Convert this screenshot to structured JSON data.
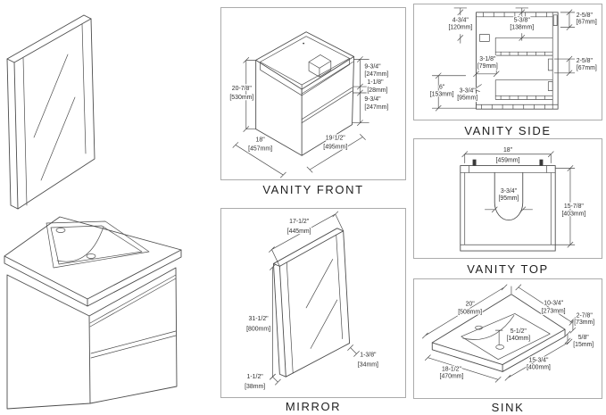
{
  "colors": {
    "line": "#4d4d4d",
    "text": "#2e2e2e",
    "panel_border": "#ababab",
    "background": "#ffffff"
  },
  "panels": {
    "vanity_front": {
      "title": "VANITY FRONT",
      "dims": {
        "height_in": "20-7/8\"",
        "height_mm": "[530mm]",
        "depth_in": "18\"",
        "depth_mm": "[457mm]",
        "width_in": "19-1/2\"",
        "width_mm": "[495mm]",
        "top_drawer_in": "9-3/4\"",
        "top_drawer_mm": "[247mm]",
        "gap_in": "1-1/8\"",
        "gap_mm": "[28mm]",
        "bottom_drawer_in": "9-3/4\"",
        "bottom_drawer_mm": "[247mm]"
      }
    },
    "mirror": {
      "title": "MIRROR",
      "dims": {
        "width_in": "17-1/2\"",
        "width_mm": "[445mm]",
        "height_in": "31-1/2\"",
        "height_mm": "[800mm]",
        "depth_in": "1-1/2\"",
        "depth_mm": "[38mm]",
        "frame_in": "1-3/8\"",
        "frame_mm": "[34mm]"
      }
    },
    "vanity_side": {
      "title": "VANITY SIDE",
      "dims": {
        "top_left_in": "4-3/4\"",
        "top_left_mm": "[120mm]",
        "top_center_in": "5-3/8\"",
        "top_center_mm": "[138mm]",
        "top_right_in": "2-5/8\"",
        "top_right_mm": "[67mm]",
        "mid_right_in": "2-5/8\"",
        "mid_right_mm": "[67mm]",
        "center_in": "3-1/8\"",
        "center_mm": "[79mm]",
        "bottom_left_in": "6\"",
        "bottom_left_mm": "[153mm]",
        "bottom_inner_in": "3-3/4\"",
        "bottom_inner_mm": "[95mm]"
      }
    },
    "vanity_top": {
      "title": "VANITY TOP",
      "dims": {
        "width_in": "18\"",
        "width_mm": "[459mm]",
        "cutout_in": "3-3/4\"",
        "cutout_mm": "[95mm]",
        "depth_in": "15-7/8\"",
        "depth_mm": "[403mm]"
      }
    },
    "sink": {
      "title": "SINK",
      "dims": {
        "top_width_in": "20\"",
        "top_width_mm": "[508mm]",
        "basin_width_in": "10-3/4\"",
        "basin_width_mm": "[273mm]",
        "backsplash_in": "2-7/8\"",
        "backsplash_mm": "[73mm]",
        "edge_in": "5/8\"",
        "edge_mm": "[15mm]",
        "basin_depth_in": "5-1/2\"",
        "basin_depth_mm": "[140mm]",
        "basin_front_in": "15-3/4\"",
        "basin_front_mm": "[400mm]",
        "depth_in": "18-1/2\"",
        "depth_mm": "[470mm]"
      }
    }
  }
}
